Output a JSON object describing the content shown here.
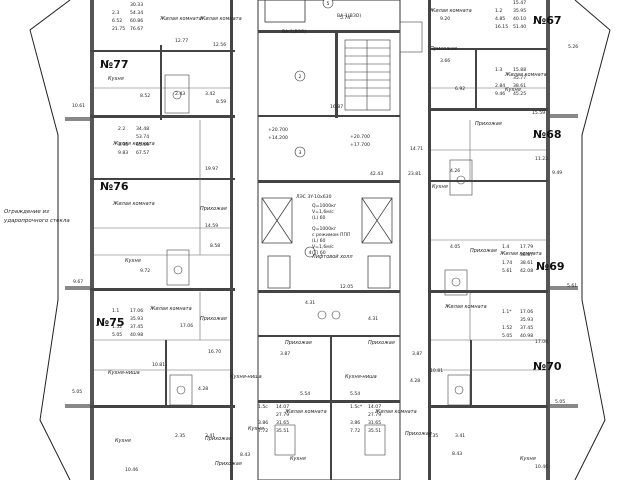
{
  "apartments": [
    {
      "id": "77",
      "label": "№77"
    },
    {
      "id": "76",
      "label": "№76"
    },
    {
      "id": "75",
      "label": "№75"
    },
    {
      "id": "67",
      "label": "№67"
    },
    {
      "id": "68",
      "label": "№68"
    },
    {
      "id": "69",
      "label": "№69"
    },
    {
      "id": "70",
      "label": "№70"
    }
  ],
  "area_tables": [
    {
      "id": "t77",
      "rows": [
        [
          "",
          "30.33"
        ],
        [
          "2.3",
          "54.34"
        ],
        [
          "6.52",
          "60.86"
        ],
        [
          "21.75",
          "76.67"
        ]
      ]
    },
    {
      "id": "t76",
      "rows": [
        [
          "2.2",
          "34.48"
        ],
        [
          "",
          "53.74"
        ],
        [
          "3.95",
          "65.69"
        ],
        [
          "9.83",
          "67.57"
        ]
      ]
    },
    {
      "id": "t75",
      "rows": [
        [
          "1.1",
          "17.06"
        ],
        [
          "",
          "35.93"
        ],
        [
          "1.52",
          "37.45"
        ],
        [
          "5.05",
          "40.98"
        ]
      ]
    },
    {
      "id": "t67",
      "rows": [
        [
          "",
          "15.47"
        ],
        [
          "1.2",
          "35.95"
        ],
        [
          "4.85",
          "40.10"
        ],
        [
          "16.15",
          "51.40"
        ]
      ]
    },
    {
      "id": "t68",
      "rows": [
        [
          "1.3",
          "15.88"
        ],
        [
          "",
          "35.77"
        ],
        [
          "2.84",
          "38.61"
        ],
        [
          "9.46",
          "45.25"
        ]
      ]
    },
    {
      "id": "t69",
      "rows": [
        [
          "1.4",
          "17.79"
        ],
        [
          "",
          "36.87"
        ],
        [
          "1.74",
          "38.61"
        ],
        [
          "5.61",
          "42.08"
        ]
      ]
    },
    {
      "id": "t70",
      "rows": [
        [
          "1.1*",
          "17.06"
        ],
        [
          "",
          "35.93"
        ],
        [
          "1.52",
          "37.45"
        ],
        [
          "5.05",
          "40.98"
        ]
      ]
    },
    {
      "id": "tbl",
      "rows": [
        [
          "1.5c",
          "14.07"
        ],
        [
          "",
          "27.79"
        ],
        [
          "3.86",
          "31.65"
        ],
        [
          "7.72",
          "35.51"
        ]
      ]
    },
    {
      "id": "tbr",
      "rows": [
        [
          "1.5c*",
          "14.07"
        ],
        [
          "",
          "27.79"
        ],
        [
          "3.86",
          "31.65"
        ],
        [
          "7.72",
          "35.51"
        ]
      ]
    }
  ],
  "room_labels": [
    {
      "id": "r1",
      "text": "Жилая комната"
    },
    {
      "id": "r2",
      "text": "Жилая комната"
    },
    {
      "id": "r3",
      "text": "Кухня"
    },
    {
      "id": "r4",
      "text": "Жилая комната"
    },
    {
      "id": "r5",
      "text": "Жилая комната"
    },
    {
      "id": "r6",
      "text": "Прихожая"
    },
    {
      "id": "r7",
      "text": "Кухня"
    },
    {
      "id": "r8",
      "text": "Жилая комната"
    },
    {
      "id": "r9",
      "text": "Прихожая"
    },
    {
      "id": "r10",
      "text": "Кухня-ниша"
    },
    {
      "id": "r11",
      "text": "Кухня"
    },
    {
      "id": "r12",
      "text": "Прихожая"
    },
    {
      "id": "r13",
      "text": "Жилая комната"
    },
    {
      "id": "r14",
      "text": "Кухня"
    },
    {
      "id": "r15",
      "text": "Прихожая"
    },
    {
      "id": "r16",
      "text": "Кухня"
    },
    {
      "id": "r17",
      "text": "Жилая комната"
    },
    {
      "id": "r18",
      "text": "Жилая комната"
    },
    {
      "id": "r19",
      "text": "Прихожая"
    },
    {
      "id": "r20",
      "text": "Кухня"
    },
    {
      "id": "r21",
      "text": "Жилая комната"
    },
    {
      "id": "r22",
      "text": "Прихожая"
    },
    {
      "id": "r23",
      "text": "Прихожая"
    },
    {
      "id": "r24",
      "text": "Кухня-ниша"
    },
    {
      "id": "r25",
      "text": "Кухня-ниша"
    },
    {
      "id": "r26",
      "text": "Жилая комната"
    },
    {
      "id": "r27",
      "text": "Жилая комната"
    },
    {
      "id": "r28",
      "text": "Прихожая"
    },
    {
      "id": "r29",
      "text": "Прихожая"
    },
    {
      "id": "r30",
      "text": "Прихожая"
    },
    {
      "id": "r31",
      "text": "Кухня"
    },
    {
      "id": "r32",
      "text": "Кухня"
    },
    {
      "id": "r33",
      "text": "Лифтовой холл"
    }
  ],
  "dimensions": [
    {
      "id": "d1",
      "text": "12.77"
    },
    {
      "id": "d2",
      "text": "12.56"
    },
    {
      "id": "d3",
      "text": "8.52"
    },
    {
      "id": "d4",
      "text": "2.43"
    },
    {
      "id": "d5",
      "text": "3.42"
    },
    {
      "id": "d6",
      "text": "10.61"
    },
    {
      "id": "d7",
      "text": "8.59"
    },
    {
      "id": "d8",
      "text": "19.97"
    },
    {
      "id": "d9",
      "text": "14.59"
    },
    {
      "id": "d10",
      "text": "8.58"
    },
    {
      "id": "d11",
      "text": "9.72"
    },
    {
      "id": "d12",
      "text": "9.67"
    },
    {
      "id": "d13",
      "text": "17.06"
    },
    {
      "id": "d14",
      "text": "10.81"
    },
    {
      "id": "d15",
      "text": "4.28"
    },
    {
      "id": "d16",
      "text": "5.05"
    },
    {
      "id": "d17",
      "text": "2.35"
    },
    {
      "id": "d18",
      "text": "3.41"
    },
    {
      "id": "d19",
      "text": "10.46"
    },
    {
      "id": "d20",
      "text": "8.43"
    },
    {
      "id": "d21",
      "text": "9.20"
    },
    {
      "id": "d22",
      "text": "3.66"
    },
    {
      "id": "d23",
      "text": "5.26"
    },
    {
      "id": "d24",
      "text": "6.92"
    },
    {
      "id": "d25",
      "text": "15.59"
    },
    {
      "id": "d26",
      "text": "4.26"
    },
    {
      "id": "d27",
      "text": "11.22"
    },
    {
      "id": "d28",
      "text": "9.49"
    },
    {
      "id": "d29",
      "text": "23.81"
    },
    {
      "id": "d30",
      "text": "42.43"
    },
    {
      "id": "d31",
      "text": "4.05"
    },
    {
      "id": "d32",
      "text": "14.71"
    },
    {
      "id": "d33",
      "text": "17.06"
    },
    {
      "id": "d34",
      "text": "3.87"
    },
    {
      "id": "d35",
      "text": "10.81"
    },
    {
      "id": "d36",
      "text": "5.05"
    },
    {
      "id": "d37",
      "text": "4.31"
    },
    {
      "id": "d38",
      "text": "4.31"
    },
    {
      "id": "d39",
      "text": "3.87"
    },
    {
      "id": "d40",
      "text": "5.54"
    },
    {
      "id": "d41",
      "text": "5.54"
    },
    {
      "id": "d42",
      "text": "5.74"
    },
    {
      "id": "d43",
      "text": "16.87"
    },
    {
      "id": "d44",
      "text": "12.05"
    },
    {
      "id": "d45",
      "text": "2.35"
    },
    {
      "id": "d46",
      "text": "3.41"
    },
    {
      "id": "d47",
      "text": "10.46"
    },
    {
      "id": "d48",
      "text": "4.28"
    },
    {
      "id": "d49",
      "text": "5.61"
    },
    {
      "id": "d50",
      "text": "8.43"
    },
    {
      "id": "d51",
      "text": "16.70"
    }
  ],
  "codes": [
    {
      "id": "c1",
      "text": "ВА-1(ВЗО)"
    },
    {
      "id": "c2",
      "text": "ВА-1(ВЗО)"
    },
    {
      "id": "c3",
      "text": "+20.700"
    },
    {
      "id": "c4",
      "text": "+17.700"
    },
    {
      "id": "c5",
      "text": "+20.700"
    },
    {
      "id": "c6",
      "text": "+14.200"
    }
  ],
  "lift_notes": [
    {
      "id": "L1",
      "text": "ЛЭС 3Y-10х630"
    },
    {
      "id": "L2",
      "text": "Q=1000кг"
    },
    {
      "id": "L3",
      "text": "V=1,6м/с"
    },
    {
      "id": "L4",
      "text": "(L) 60"
    },
    {
      "id": "L5",
      "text": "Q=1000кг"
    },
    {
      "id": "L6",
      "text": "с режимом ППП"
    },
    {
      "id": "L7",
      "text": "(L) 60"
    },
    {
      "id": "L8",
      "text": "V=1,6м/с"
    },
    {
      "id": "L9",
      "text": "(T) 60"
    }
  ],
  "axis_marks": [
    {
      "id": "a2",
      "text": "2"
    },
    {
      "id": "a3",
      "text": "3"
    },
    {
      "id": "a4",
      "text": "4"
    },
    {
      "id": "a5",
      "text": "5"
    }
  ],
  "fence_note": {
    "line1": "Ограждение из",
    "line2": "ударопрочного стекла"
  }
}
